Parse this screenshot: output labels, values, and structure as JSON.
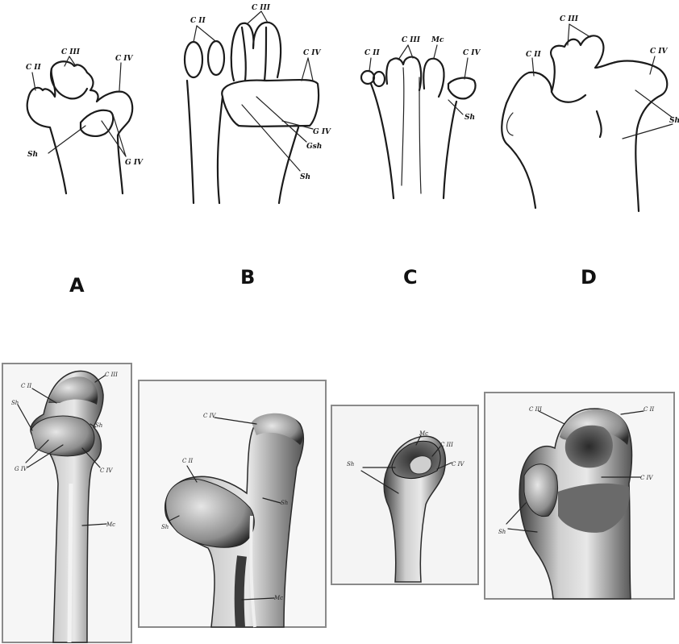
{
  "panel_letters": {
    "a": "A",
    "b": "B",
    "c": "C",
    "d": "D"
  },
  "sketch_a": {
    "c2": "C II",
    "c3": "C III",
    "c4": "C IV",
    "sh": "Sh",
    "g4": "G IV"
  },
  "sketch_b": {
    "c2": "C II",
    "c3": "C III",
    "c4": "C IV",
    "g4": "G IV",
    "gsh": "Gsh",
    "sh": "Sh"
  },
  "sketch_c": {
    "c2": "C II",
    "c3": "C III",
    "mc": "Mc",
    "c4": "C IV",
    "sh": "Sh"
  },
  "sketch_d": {
    "c2": "C II",
    "c3": "C III",
    "c4": "C IV",
    "sh": "Sh"
  },
  "photo_1": {
    "c3": "C III",
    "c2": "C II",
    "sh_left": "Sh",
    "sh_right": "Sh",
    "g4": "G IV",
    "c4": "C IV",
    "mc": "Mc"
  },
  "photo_2": {
    "c4_top": "C IV",
    "c2": "C II",
    "sh_right": "Sh",
    "sh_left": "Sh",
    "mc": "Mc"
  },
  "photo_3": {
    "mc": "Mc",
    "c3": "C III",
    "sh": "Sh",
    "c4": "C IV"
  },
  "photo_4": {
    "c3": "C III",
    "c2": "C II",
    "c4": "C IV",
    "sh": "Sh"
  },
  "colors": {
    "ink": "#1b1b1b",
    "bone_light": "#d9d9d9",
    "bone_dark": "#555555",
    "frame": "#8a8a8a"
  }
}
